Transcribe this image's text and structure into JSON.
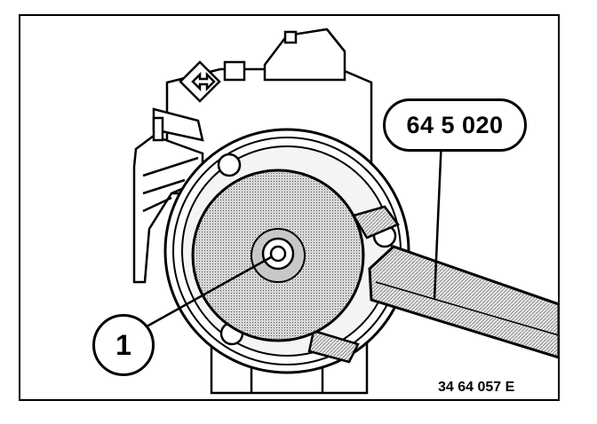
{
  "figure": {
    "tool_number": "64 5 020",
    "callout_number": "1",
    "reference_code": "34 64 057 E"
  }
}
